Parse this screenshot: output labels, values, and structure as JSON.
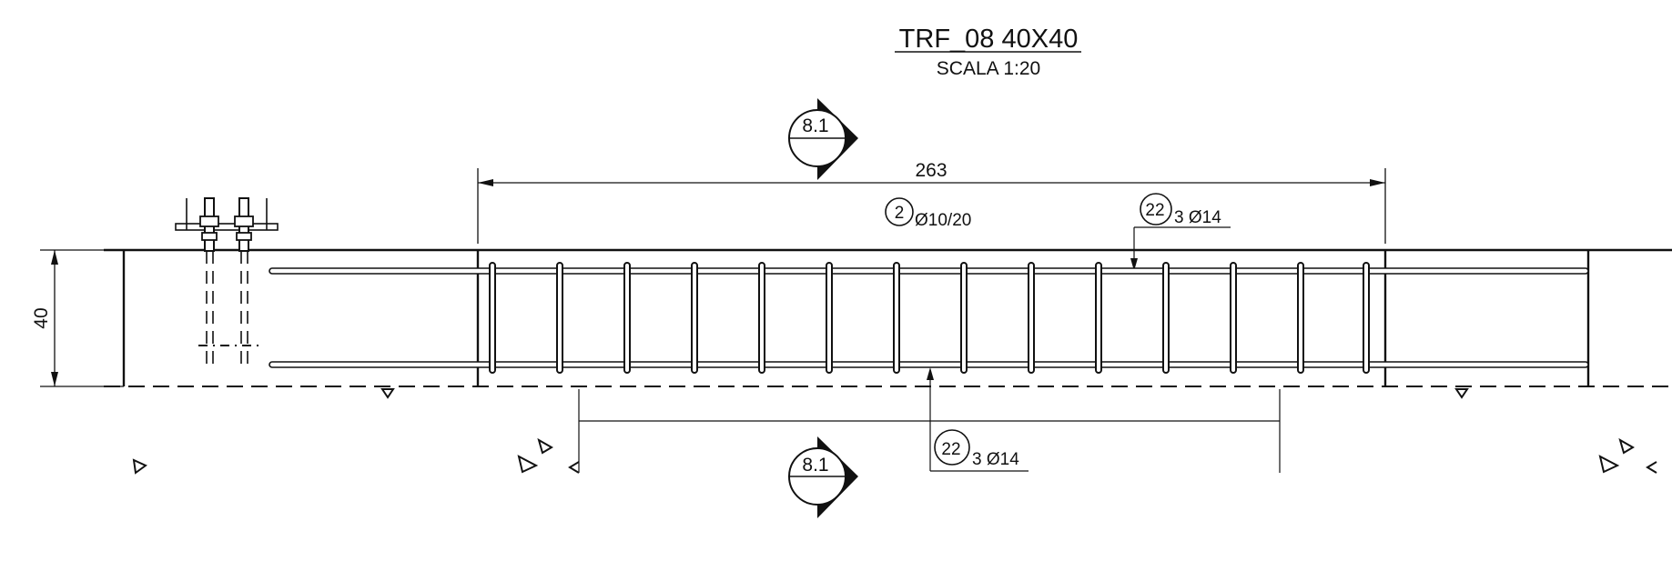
{
  "title": "TRF_08 40X40",
  "scale": "SCALA 1:20",
  "section_marker_top": "8.1",
  "section_marker_bottom": "8.1",
  "dimension_length": "263",
  "dimension_height": "40",
  "stirrups": {
    "mark": "2",
    "spec": "Ø10/20"
  },
  "top_bars": {
    "mark": "22",
    "spec": "3 Ø14"
  },
  "bottom_bars": {
    "mark": "22",
    "spec": "3 Ø14"
  },
  "colors": {
    "line": "#111111",
    "background": "#ffffff"
  }
}
